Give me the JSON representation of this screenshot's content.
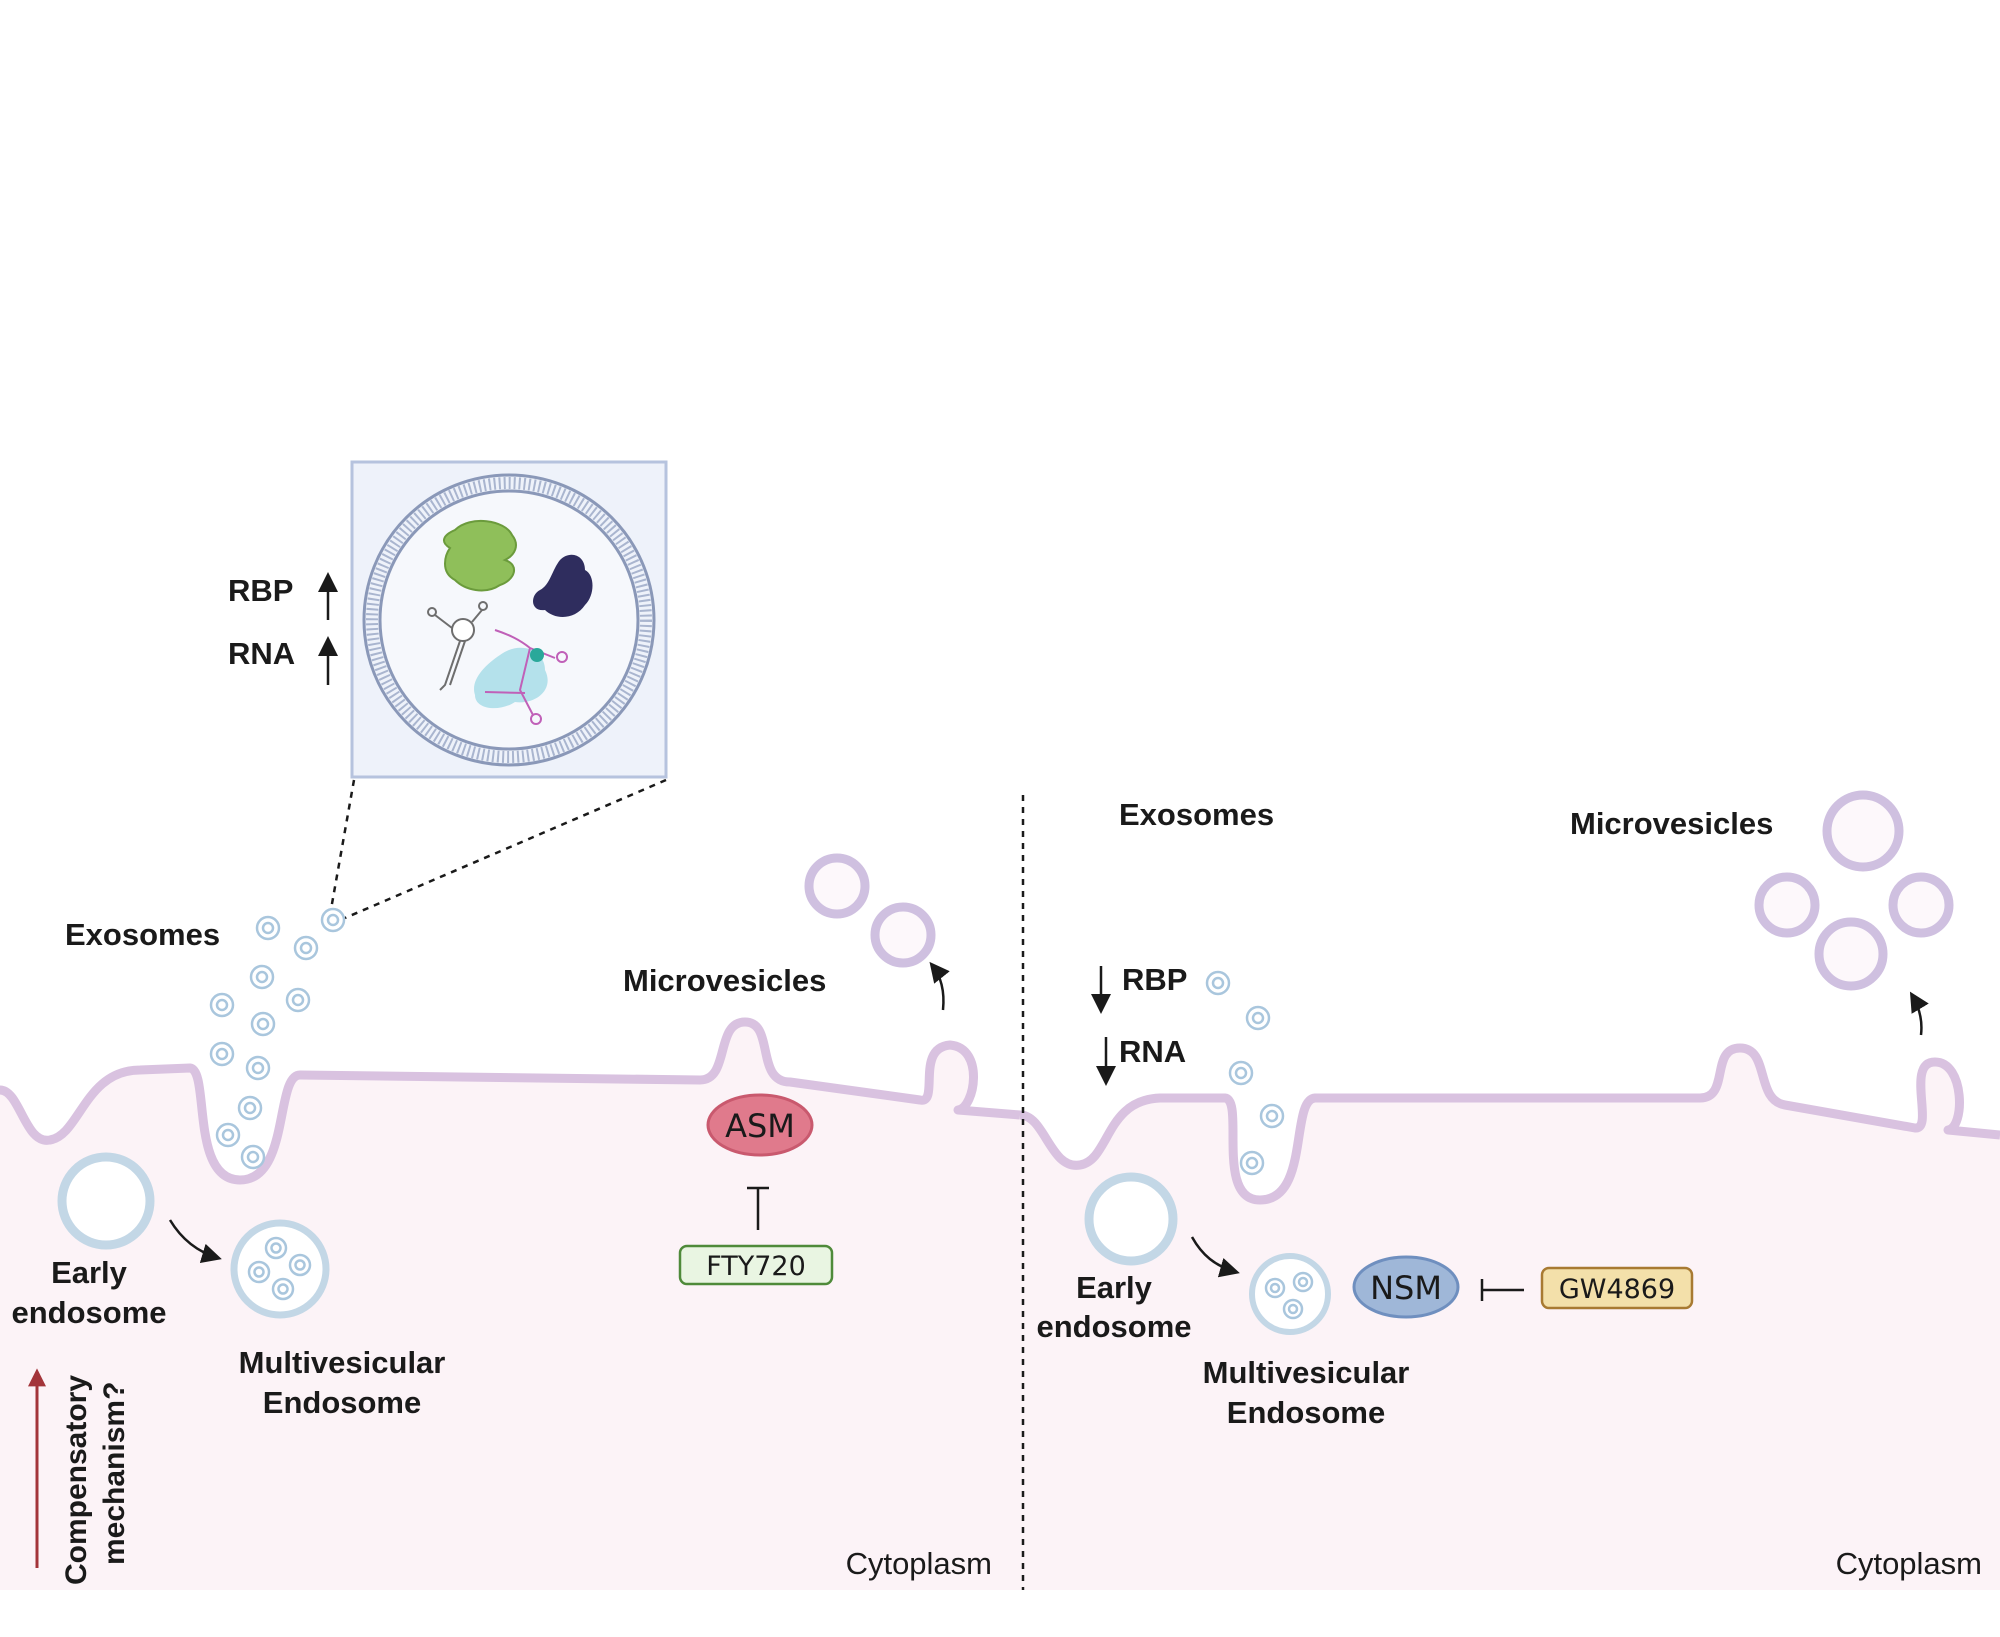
{
  "left_panel": {
    "inset": {
      "rbp_label": "RBP",
      "rna_label": "RNA"
    },
    "exosomes_label": "Exosomes",
    "microvesicles_label": "Microvesicles",
    "early_endosome_line1": "Early",
    "early_endosome_line2": "endosome",
    "mve_line1": "Multivesicular",
    "mve_line2": "Endosome",
    "enzyme_label": "ASM",
    "inhibitor_label": "FTY720",
    "compensatory_line1": "Compensatory",
    "compensatory_line2": "mechanism?",
    "cytoplasm_label": "Cytoplasm"
  },
  "right_panel": {
    "exosomes_label": "Exosomes",
    "microvesicles_label": "Microvesicles",
    "rbp_label": "RBP",
    "rna_label": "RNA",
    "early_endosome_line1": "Early",
    "early_endosome_line2": "endosome",
    "mve_line1": "Multivesicular",
    "mve_line2": "Endosome",
    "enzyme_label": "NSM",
    "inhibitor_label": "GW4869",
    "cytoplasm_label": "Cytoplasm"
  },
  "colors": {
    "membrane": "#d9c2e0",
    "cytoplasm": "#fcf3f7",
    "vesicle_blue": "#c3d7e6",
    "microvesicle_purple": "#cfc0e0",
    "asm_fill": "#e07a8c",
    "nsm_fill": "#9fb7d8",
    "fty720_fill": "#e9f5e2",
    "gw4869_fill": "#f3e0aa",
    "compensatory_arrow": "#a3343a"
  }
}
